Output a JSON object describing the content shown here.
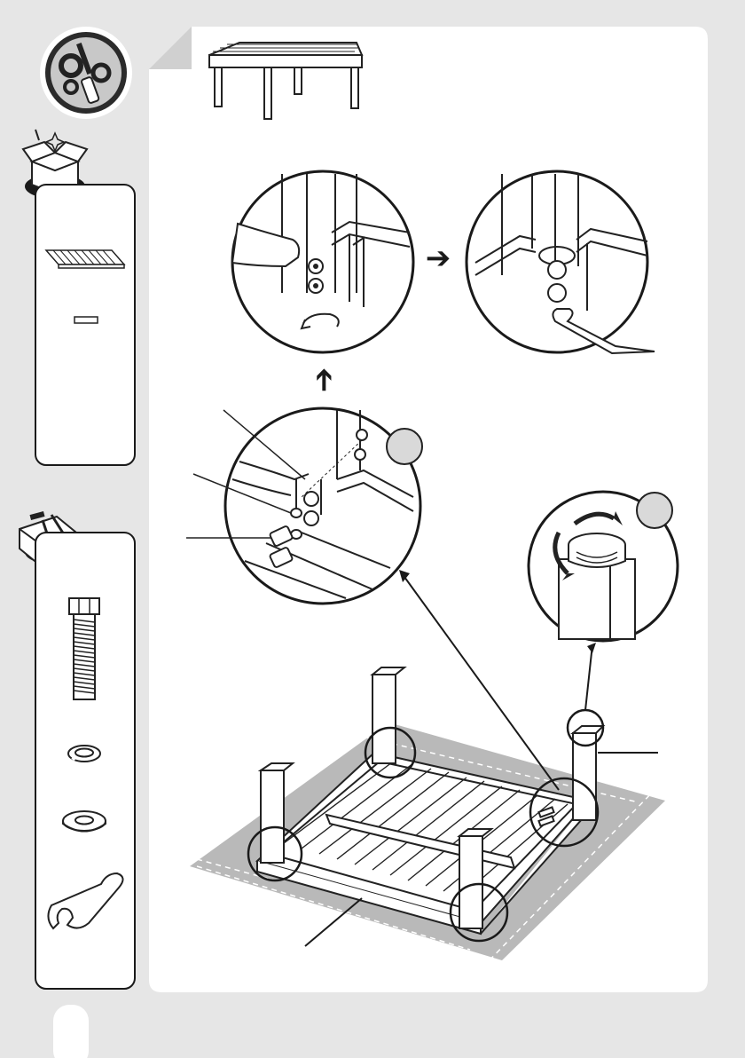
{
  "colors": {
    "page_bg": "#e6e6e6",
    "panel_bg": "#ffffff",
    "line": "#1a1a1a",
    "badge": "#2b2b2b",
    "badge_inner": "#c8c8c8",
    "floor": "#b9b9b9",
    "step_circle": "#d9d9d9"
  },
  "icons": {
    "tools_badge": "gears-screwdriver-icon",
    "parts_box": "open-box-icon",
    "hardware_box": "toolbox-icon"
  },
  "parts_list": [
    {
      "name": "tabletop-part"
    },
    {
      "name": "connector-bar-part"
    }
  ],
  "hardware_list": [
    {
      "name": "hex-bolt"
    },
    {
      "name": "spring-washer"
    },
    {
      "name": "flat-washer"
    },
    {
      "name": "wrench"
    }
  ],
  "steps": {
    "arrow_right": "➔",
    "arrow_up": "➔",
    "badge_a": "",
    "badge_b": "",
    "page_number": ""
  }
}
